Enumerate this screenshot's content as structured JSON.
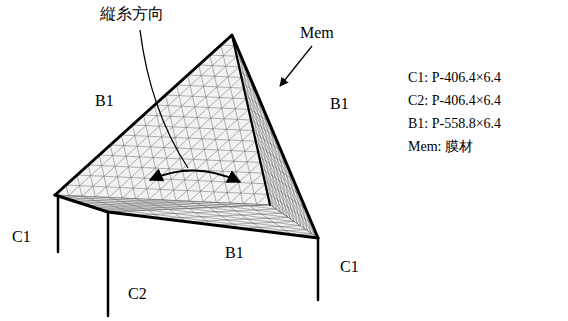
{
  "diagram": {
    "labels": [
      "縦糸方向",
      "Mem",
      "B1",
      "B1",
      "C1",
      "B1",
      "C2",
      "C1",
      "C1: P-406.4×6.4",
      "C2: P-406.4×6.4",
      "B1: P-558.8×6.4",
      "Mem: 膜材"
    ]
  }
}
